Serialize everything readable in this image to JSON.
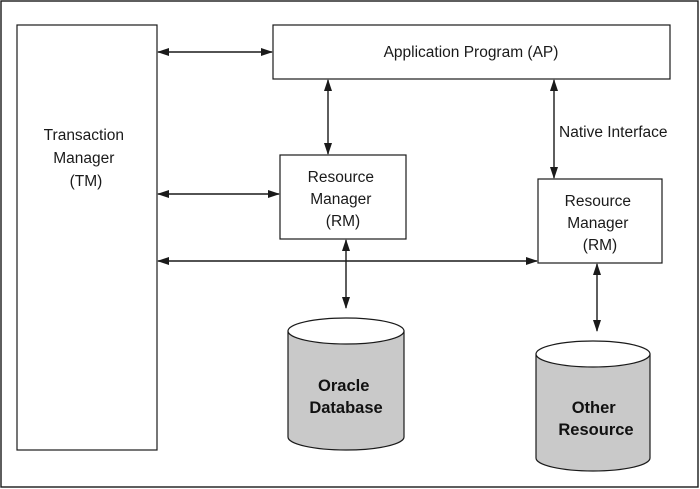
{
  "nodes": {
    "tm": {
      "lines": [
        "Transaction",
        "Manager",
        "(TM)"
      ]
    },
    "ap": {
      "lines": [
        "Application Program (AP)"
      ]
    },
    "rm1": {
      "lines": [
        "Resource",
        "Manager",
        "(RM)"
      ]
    },
    "rm2": {
      "lines": [
        "Resource",
        "Manager",
        "(RM)"
      ]
    },
    "db1": {
      "lines": [
        "Oracle",
        "Database"
      ]
    },
    "db2": {
      "lines": [
        "Other",
        "Resource"
      ]
    }
  },
  "edges": {
    "native_interface": {
      "label": "Native Interface"
    }
  },
  "colors": {
    "stroke": "#1a1a1a",
    "cylinder_fill": "#c9c9c9",
    "background": "#ffffff"
  }
}
